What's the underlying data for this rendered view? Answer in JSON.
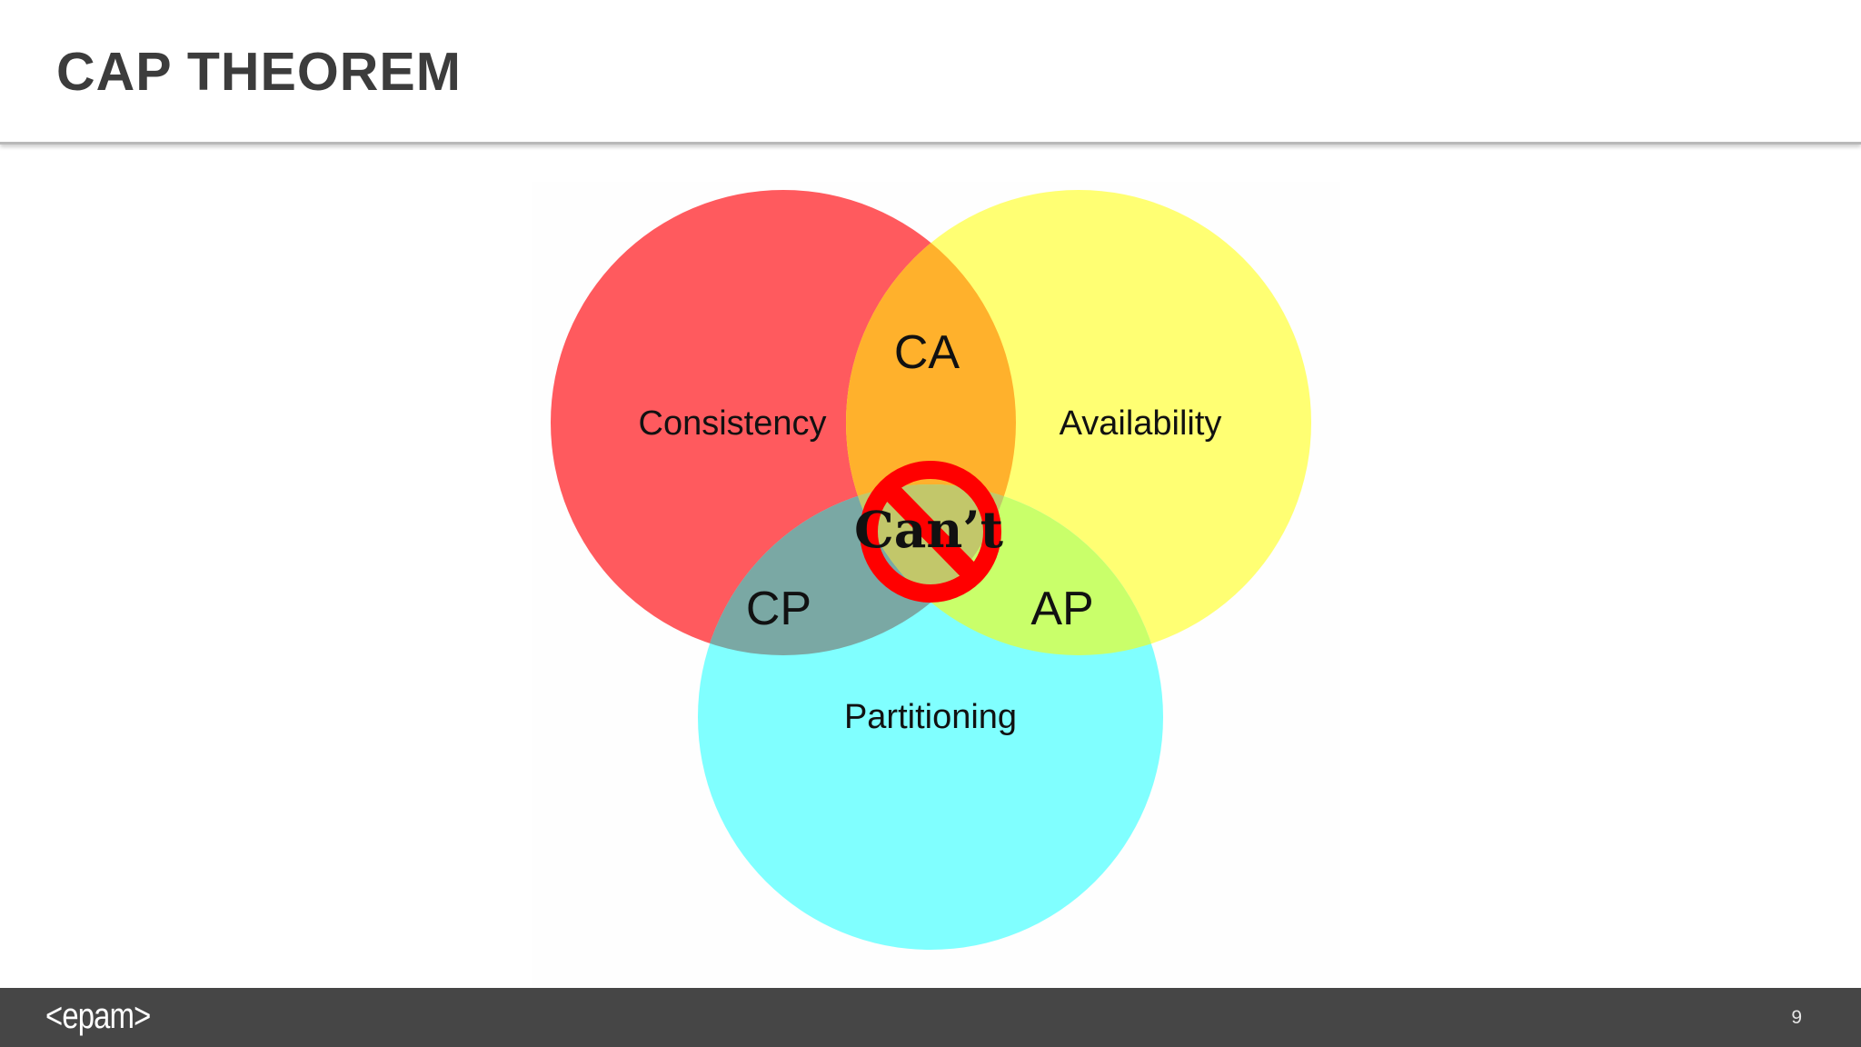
{
  "slide": {
    "title": "CAP THEOREM",
    "page_number": "9"
  },
  "logo": {
    "text": "<epam>"
  },
  "diagram": {
    "sets": [
      {
        "label": "Consistency",
        "color": "#ff5a5e"
      },
      {
        "label": "Availability",
        "color": "#ffff73"
      },
      {
        "label": "Partitioning",
        "color": "#80ffff"
      }
    ],
    "intersections": [
      {
        "label": "CA",
        "color": "#ffb12c"
      },
      {
        "label": "CP",
        "color": "#7aa8a4"
      },
      {
        "label": "AP",
        "color": "#c9ff6a"
      }
    ],
    "center": {
      "label": "Can’t",
      "sign": "prohibited-sign",
      "sign_color": "#ff0000"
    }
  }
}
